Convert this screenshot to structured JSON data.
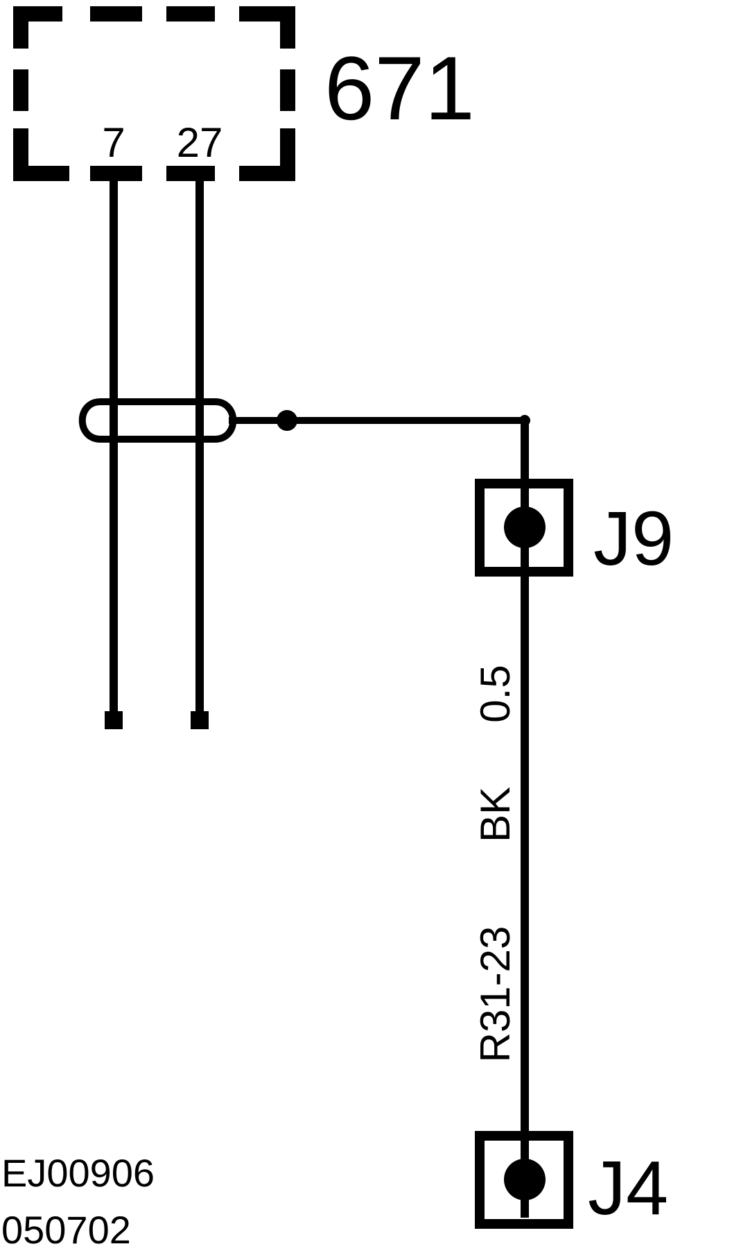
{
  "component": {
    "id": "671",
    "pins": [
      "7",
      "27"
    ]
  },
  "connectors": {
    "upper": "J9",
    "lower": "J4"
  },
  "wire": {
    "circuit": "R31-23",
    "color": "BK",
    "gauge": "0.5"
  },
  "footer": {
    "line1": "EJ00906",
    "line2": "050702"
  },
  "colors": {
    "ink": "#000000",
    "background": "#ffffff"
  }
}
